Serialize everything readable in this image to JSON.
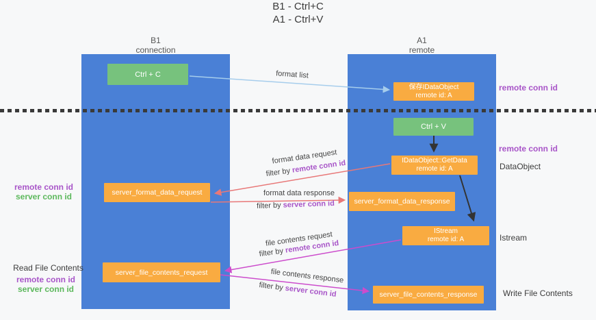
{
  "title": {
    "line1": "B1 - Ctrl+C",
    "line2": "A1 - Ctrl+V"
  },
  "colors": {
    "lifeline_blue": "#4a80d6",
    "box_orange": "#f9ab41",
    "box_green": "#77c27d",
    "remote_conn_purple": "#a855c8",
    "server_conn_green": "#5cb85c",
    "arrow_salmon": "#e87878",
    "arrow_magenta": "#cc4ccc",
    "arrow_lightblue": "#a6cdec",
    "arrow_black": "#333333"
  },
  "lifelines": {
    "left": {
      "name": "B1",
      "role": "connection"
    },
    "right": {
      "name": "A1",
      "role": "remote"
    }
  },
  "boxes": {
    "ctrl_c": "Ctrl + C",
    "ctrl_v": "Ctrl + V",
    "save_dataobject": {
      "line1": "保存IDataObject",
      "line2": "remote id: A"
    },
    "getdata": {
      "line1": "IDataObject::GetData",
      "line2": "remote id: A"
    },
    "istream": {
      "line1": "IStream",
      "line2": "remote id: A"
    },
    "format_request": "server_format_data_request",
    "format_response": "server_format_data_response",
    "file_request": "server_file_contents_request",
    "file_response": "server_file_contents_response"
  },
  "labels": {
    "remote_conn_id": "remote conn id",
    "server_conn_id": "server conn id",
    "filter_by": "filter by",
    "format_list": "format list",
    "format_data_request": "format data request",
    "format_data_response": "format data response",
    "file_contents_request": "file contents request",
    "file_contents_response": "file contents response",
    "dataobject": "DataObject",
    "istream": "Istream",
    "read_file_contents": "Read File Contents",
    "write_file_contents": "Write File Contents"
  }
}
